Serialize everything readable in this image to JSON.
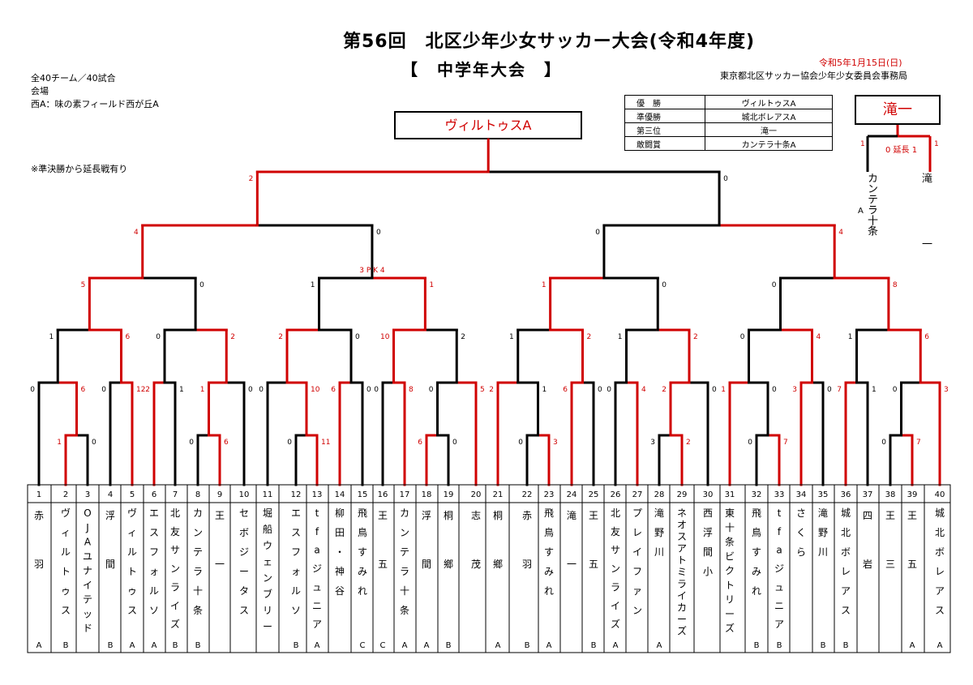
{
  "header": {
    "title": "第56回　北区少年少女サッカー大会(令和4年度)",
    "subtitle": "【　中学年大会　】",
    "date": "令和5年1月15日(日)",
    "organizer": "東京都北区サッカー協会少年少女委員会事務局",
    "info": [
      "全40チーム／40試合",
      "会場",
      "西A：味の素フィールド西が丘A"
    ],
    "note": "※準決勝から延長戦有り"
  },
  "awards": [
    {
      "label": "優　勝",
      "team": "ヴィルトゥスA"
    },
    {
      "label": "準優勝",
      "team": "城北ボレアスA"
    },
    {
      "label": "第三位",
      "team": "滝一"
    },
    {
      "label": "敢闘賞",
      "team": "カンテラ十条A"
    }
  ],
  "champion": "ヴィルトゥスA",
  "third_place": {
    "winner": "滝一",
    "score_left": "1",
    "score_right": "1",
    "mid": "0 延長 1",
    "team_left": "カンテラ十条",
    "team_left_suffix": "A",
    "team_right": "滝",
    "team_right_suffix": "一"
  },
  "teams": [
    {
      "no": "1",
      "name": "赤羽",
      "sfx": "A"
    },
    {
      "no": "2",
      "name": "ヴィルトゥス",
      "sfx": "B"
    },
    {
      "no": "3",
      "name": "OJAユナイテッド",
      "sfx": ""
    },
    {
      "no": "4",
      "name": "浮間",
      "sfx": "B"
    },
    {
      "no": "5",
      "name": "ヴィルトゥス",
      "sfx": "A"
    },
    {
      "no": "6",
      "name": "エスフォルソ",
      "sfx": "A"
    },
    {
      "no": "7",
      "name": "北友サンライズ",
      "sfx": "B"
    },
    {
      "no": "8",
      "name": "カンテラ十条",
      "sfx": "B"
    },
    {
      "no": "9",
      "name": "王一",
      "sfx": ""
    },
    {
      "no": "10",
      "name": "セボジータス",
      "sfx": ""
    },
    {
      "no": "11",
      "name": "堀船ウェンブリー",
      "sfx": ""
    },
    {
      "no": "12",
      "name": "エスフォルソ",
      "sfx": "B"
    },
    {
      "no": "13",
      "name": "tfaジュニア",
      "sfx": "A"
    },
    {
      "no": "14",
      "name": "柳田・神谷",
      "sfx": ""
    },
    {
      "no": "15",
      "name": "飛鳥すみれ",
      "sfx": "C"
    },
    {
      "no": "16",
      "name": "王五",
      "sfx": "C"
    },
    {
      "no": "17",
      "name": "カンテラ十条",
      "sfx": "A"
    },
    {
      "no": "18",
      "name": "浮間",
      "sfx": "A"
    },
    {
      "no": "19",
      "name": "桐鄉",
      "sfx": "B"
    },
    {
      "no": "20",
      "name": "志茂",
      "sfx": ""
    },
    {
      "no": "21",
      "name": "桐鄉",
      "sfx": "A"
    },
    {
      "no": "22",
      "name": "赤羽",
      "sfx": "B"
    },
    {
      "no": "23",
      "name": "飛鳥すみれ",
      "sfx": "A"
    },
    {
      "no": "24",
      "name": "滝一",
      "sfx": ""
    },
    {
      "no": "25",
      "name": "王五",
      "sfx": "B"
    },
    {
      "no": "26",
      "name": "北友サンライズ",
      "sfx": "A"
    },
    {
      "no": "27",
      "name": "プレイファン",
      "sfx": ""
    },
    {
      "no": "28",
      "name": "滝野川",
      "sfx": "A"
    },
    {
      "no": "29",
      "name": "ネオスアトミライカーズ",
      "sfx": ""
    },
    {
      "no": "30",
      "name": "西浮間小",
      "sfx": ""
    },
    {
      "no": "31",
      "name": "東十条ビクトリーズ",
      "sfx": ""
    },
    {
      "no": "32",
      "name": "飛鳥すみれ",
      "sfx": "B"
    },
    {
      "no": "33",
      "name": "tfaジュニア",
      "sfx": "B"
    },
    {
      "no": "34",
      "name": "さくら",
      "sfx": ""
    },
    {
      "no": "35",
      "name": "滝野川",
      "sfx": "B"
    },
    {
      "no": "36",
      "name": "城北ボレアス",
      "sfx": "B"
    },
    {
      "no": "37",
      "name": "四岩",
      "sfx": ""
    },
    {
      "no": "38",
      "name": "王三",
      "sfx": ""
    },
    {
      "no": "39",
      "name": "王五",
      "sfx": "A"
    },
    {
      "no": "40",
      "name": "城北ボレアス",
      "sfx": "A"
    }
  ],
  "matches": [
    {
      "id": "r0a",
      "a": "t2",
      "b": "t3",
      "win": "a",
      "sa": "1",
      "sb": "0"
    },
    {
      "id": "r0b",
      "a": "t8",
      "b": "t9",
      "win": "b",
      "sa": "0",
      "sb": "6"
    },
    {
      "id": "r0c",
      "a": "t12",
      "b": "t13",
      "win": "b",
      "sa": "0",
      "sb": "11"
    },
    {
      "id": "r0d",
      "a": "t18",
      "b": "t19",
      "win": "a",
      "sa": "6",
      "sb": "0"
    },
    {
      "id": "r0e",
      "a": "t22",
      "b": "t23",
      "win": "b",
      "sa": "0",
      "sb": "3"
    },
    {
      "id": "r0f",
      "a": "t28",
      "b": "t29",
      "win": "b",
      "sa": "3",
      "sb": "2"
    },
    {
      "id": "r0g",
      "a": "t32",
      "b": "t33",
      "win": "b",
      "sa": "0",
      "sb": "7"
    },
    {
      "id": "r0h",
      "a": "t38",
      "b": "t39",
      "win": "b",
      "sa": "0",
      "sb": "7"
    },
    {
      "id": "r1a",
      "a": "t1",
      "b": "r0a",
      "win": "b",
      "sa": "0",
      "sb": "6"
    },
    {
      "id": "r1b",
      "a": "t4",
      "b": "t5",
      "win": "b",
      "sa": "0",
      "sb": "12"
    },
    {
      "id": "r1c",
      "a": "t6",
      "b": "t7",
      "win": "a",
      "sa": "2",
      "sb": "1"
    },
    {
      "id": "r1d",
      "a": "r0b",
      "b": "t10",
      "win": "a",
      "sa": "1",
      "sb": "0"
    },
    {
      "id": "r1e",
      "a": "t11",
      "b": "r0c",
      "win": "b",
      "sa": "0",
      "sb": "10"
    },
    {
      "id": "r1f",
      "a": "t14",
      "b": "t15",
      "win": "a",
      "sa": "6",
      "sb": "0"
    },
    {
      "id": "r1g",
      "a": "t16",
      "b": "t17",
      "win": "b",
      "sa": "0",
      "sb": "8"
    },
    {
      "id": "r1h",
      "a": "r0d",
      "b": "t20",
      "win": "b",
      "sa": "0",
      "sb": "5"
    },
    {
      "id": "r1i",
      "a": "t21",
      "b": "r0e",
      "win": "a",
      "sa": "2",
      "sb": "1"
    },
    {
      "id": "r1j",
      "a": "t24",
      "b": "t25",
      "win": "a",
      "sa": "6",
      "sb": "0"
    },
    {
      "id": "r1k",
      "a": "t26",
      "b": "t27",
      "win": "b",
      "sa": "0",
      "sb": "4"
    },
    {
      "id": "r1l",
      "a": "r0f",
      "b": "t30",
      "win": "a",
      "sa": "2",
      "sb": "0"
    },
    {
      "id": "r1m",
      "a": "t31",
      "b": "r0g",
      "win": "a",
      "sa": "1",
      "sb": "0"
    },
    {
      "id": "r1n",
      "a": "t34",
      "b": "t35",
      "win": "a",
      "sa": "3",
      "sb": "0"
    },
    {
      "id": "r1o",
      "a": "t36",
      "b": "t37",
      "win": "a",
      "sa": "7",
      "sb": "1"
    },
    {
      "id": "r1p",
      "a": "r0h",
      "b": "t40",
      "win": "b",
      "sa": "0",
      "sb": "3"
    },
    {
      "id": "r2a",
      "a": "r1a",
      "b": "r1b",
      "win": "b",
      "sa": "1",
      "sb": "6"
    },
    {
      "id": "r2b",
      "a": "r1c",
      "b": "r1d",
      "win": "b",
      "sa": "0",
      "sb": "2"
    },
    {
      "id": "r2c",
      "a": "r1e",
      "b": "r1f",
      "win": "a",
      "sa": "2",
      "sb": "0"
    },
    {
      "id": "r2d",
      "a": "r1g",
      "b": "r1h",
      "win": "a",
      "sa": "10",
      "sb": "2"
    },
    {
      "id": "r2e",
      "a": "r1i",
      "b": "r1j",
      "win": "b",
      "sa": "1",
      "sb": "2"
    },
    {
      "id": "r2f",
      "a": "r1k",
      "b": "r1l",
      "win": "b",
      "sa": "1",
      "sb": "2"
    },
    {
      "id": "r2g",
      "a": "r1m",
      "b": "r1n",
      "win": "b",
      "sa": "0",
      "sb": "4"
    },
    {
      "id": "r2h",
      "a": "r1o",
      "b": "r1p",
      "win": "b",
      "sa": "1",
      "sb": "6"
    },
    {
      "id": "r3a",
      "a": "r2a",
      "b": "r2b",
      "win": "a",
      "sa": "5",
      "sb": "0"
    },
    {
      "id": "r3b",
      "a": "r2c",
      "b": "r2d",
      "win": "b",
      "sa": "1",
      "sb": "1",
      "note": "3 P K 4"
    },
    {
      "id": "r3c",
      "a": "r2e",
      "b": "r2f",
      "win": "a",
      "sa": "1",
      "sb": "0"
    },
    {
      "id": "r3d",
      "a": "r2g",
      "b": "r2h",
      "win": "b",
      "sa": "0",
      "sb": "8"
    },
    {
      "id": "r4a",
      "a": "r3a",
      "b": "r3b",
      "win": "a",
      "sa": "4",
      "sb": "0"
    },
    {
      "id": "r4b",
      "a": "r3c",
      "b": "r3d",
      "win": "b",
      "sa": "0",
      "sb": "4"
    },
    {
      "id": "fin",
      "a": "r4a",
      "b": "r4b",
      "win": "a",
      "sa": "2",
      "sb": "0"
    }
  ]
}
